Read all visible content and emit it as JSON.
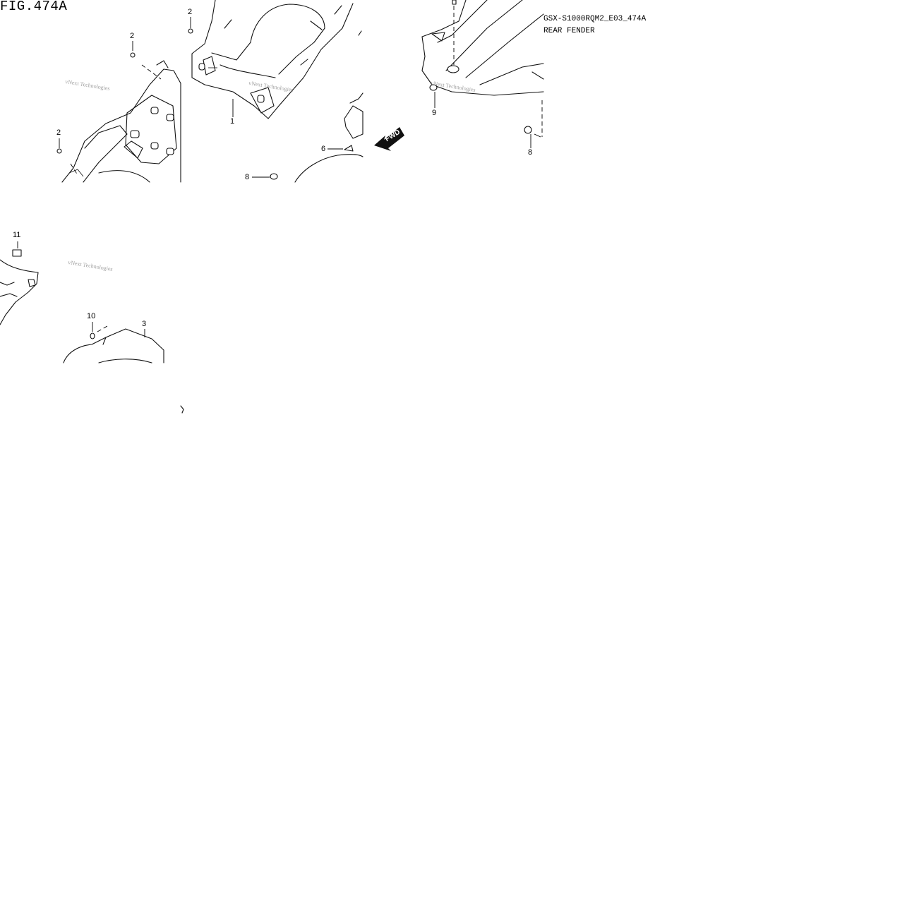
{
  "figure": {
    "title": "FIG.474A",
    "model_code": "GSX-S1000RQM2_E03_474A",
    "section_name": "REAR FENDER",
    "direction_label": "FWD"
  },
  "callouts": [
    {
      "id": "c2a",
      "label": "2"
    },
    {
      "id": "c2b",
      "label": "2"
    },
    {
      "id": "c2c",
      "label": "2"
    },
    {
      "id": "c1",
      "label": "1"
    },
    {
      "id": "c6",
      "label": "6"
    },
    {
      "id": "c8a",
      "label": "8"
    },
    {
      "id": "c9",
      "label": "9"
    },
    {
      "id": "c8b",
      "label": "8"
    },
    {
      "id": "c11",
      "label": "11"
    },
    {
      "id": "c10",
      "label": "10"
    },
    {
      "id": "c3",
      "label": "3"
    }
  ],
  "watermark": "vNext Technologies",
  "colors": {
    "ink": "#000000",
    "watermark": "#888888",
    "background": "#ffffff"
  }
}
